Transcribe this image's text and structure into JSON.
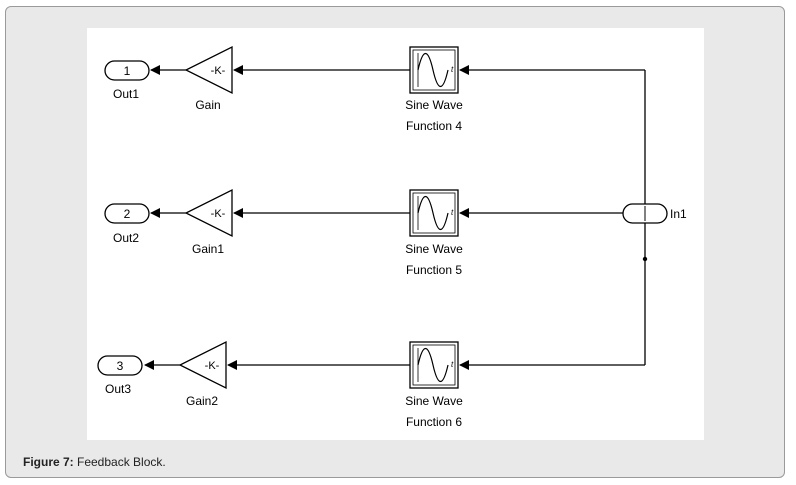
{
  "diagram": {
    "outports": [
      {
        "number": "1",
        "label": "Out1"
      },
      {
        "number": "2",
        "label": "Out2"
      },
      {
        "number": "3",
        "label": "Out3"
      }
    ],
    "gains": [
      {
        "value": "-K-",
        "label": "Gain"
      },
      {
        "value": "-K-",
        "label": "Gain1"
      },
      {
        "value": "-K-",
        "label": "Gain2"
      }
    ],
    "sine_blocks": [
      {
        "line1": "Sine Wave",
        "line2": "Function 4"
      },
      {
        "line1": "Sine Wave",
        "line2": "Function 5"
      },
      {
        "line1": "Sine Wave",
        "line2": "Function 6"
      }
    ],
    "inport": {
      "number": "1",
      "label": "In1"
    }
  },
  "caption": {
    "figure": "Figure 7:",
    "text": " Feedback Block."
  }
}
